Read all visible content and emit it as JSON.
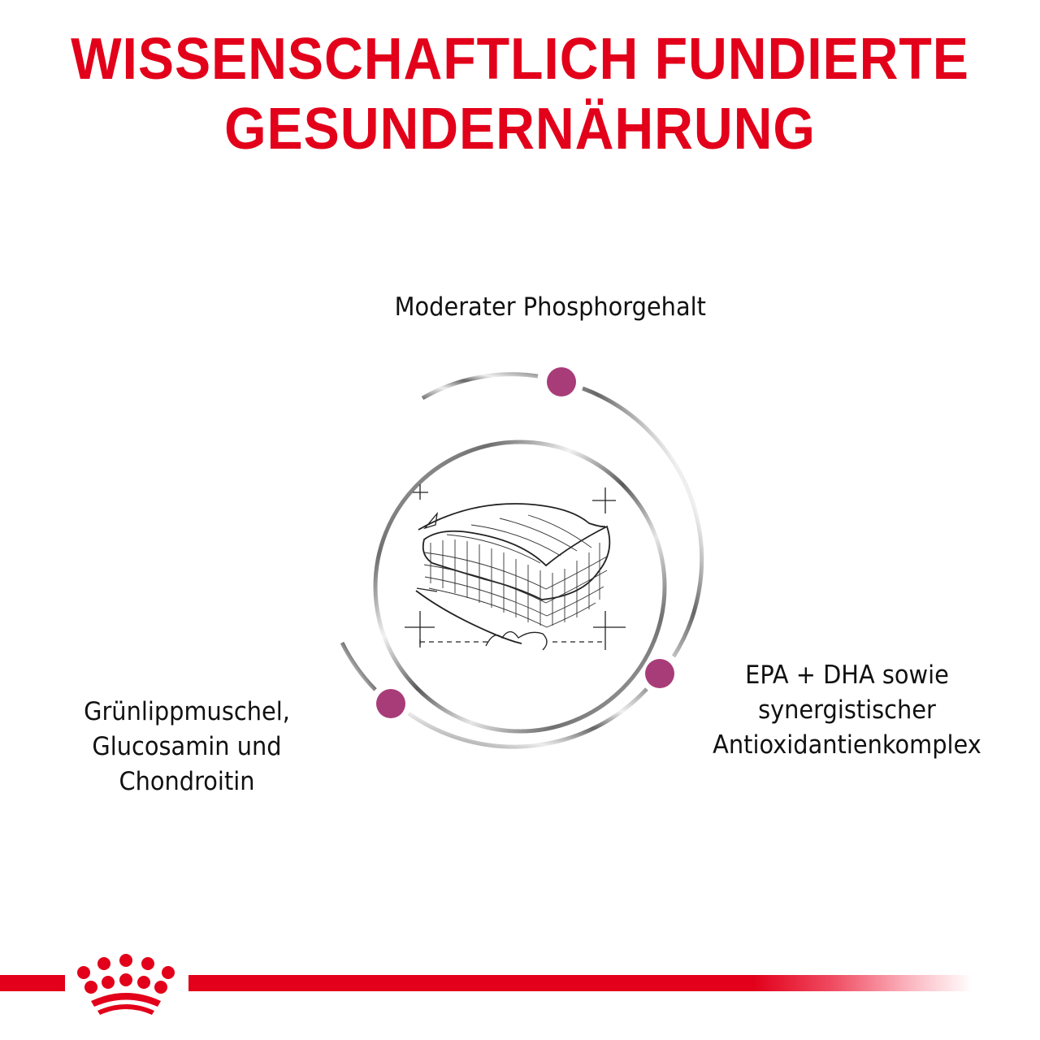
{
  "headline": {
    "line1": "WISSENSCHAFTLICH FUNDIERTE",
    "line2": "GESUNDERNÄHRUNG",
    "color": "#e2001a"
  },
  "diagram": {
    "center_image": "kibble-sketch-illustration",
    "accent_dot_color": "#a83c78",
    "ring_color": "#8a8a8a",
    "benefits": [
      {
        "position": "top",
        "lines": [
          "Moderater Phosphorgehalt"
        ]
      },
      {
        "position": "bottom-left",
        "lines": [
          "Grünlippmuschel,",
          "Glucosamin und",
          "Chondroitin"
        ]
      },
      {
        "position": "right",
        "lines": [
          "EPA + DHA sowie",
          "synergistischer",
          "Antioxidantienkomplex"
        ]
      }
    ]
  },
  "footer": {
    "logo": "royal-canin-crown-logo",
    "bar_color": "#e2001a"
  }
}
